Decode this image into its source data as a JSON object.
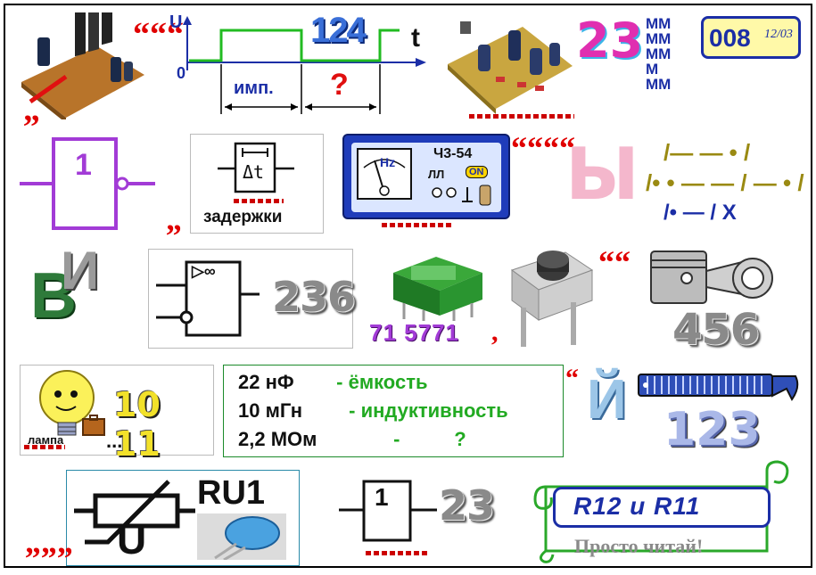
{
  "rebus": {
    "row1": {
      "pulse_diagram": {
        "axis_u": "U",
        "axis_t": "t",
        "origin": "0",
        "pulse_label": "имп.",
        "gap_label": "?",
        "digits": "124"
      },
      "number_23": "23",
      "m_letters": [
        "ММ",
        "ММ",
        "ММ",
        "М",
        "ММ"
      ],
      "badge_text": "008",
      "badge_signature": "12/03",
      "quotes_left": "“““",
      "quotes_low": "„"
    },
    "row2": {
      "not_gate_label": "1",
      "delay_symbol": "Δt",
      "delay_word": "задержки",
      "meter_model": "Ч3-54",
      "meter_hz": "Hz",
      "meter_on": "ON",
      "meter_pulse": "ЛЛ",
      "meter_quotes": "““““",
      "letter_y": "Ы",
      "morse_lines": [
        "/— — • /",
        "/• • — — / — • /",
        "/• — / X"
      ],
      "quotes_low": "„"
    },
    "row3": {
      "letter_v": "В",
      "letter_i": "И",
      "trigger_symbol": "▷∞",
      "number_236": "236",
      "transformer_code": "71 5771",
      "button_quotes": "““",
      "number_456": "456",
      "quote_comma": ","
    },
    "row4": {
      "lamp_word": "лампа",
      "lamp_dots": "...",
      "numbers": "10 11",
      "rows": [
        {
          "value": "22 нФ",
          "dash": "-",
          "meaning": "ёмкость"
        },
        {
          "value": "10 мГн",
          "dash": "-",
          "meaning": "индуктивность"
        },
        {
          "value": "2,2 МОм",
          "dash": "-",
          "meaning": "?"
        }
      ],
      "quote_single": "“",
      "letter_y_short": "Й",
      "number_123": "123"
    },
    "row5": {
      "varistor_label": "RU1",
      "varistor_u": "U",
      "quotes_low": "„„„",
      "gate_label": "1",
      "number_23": "23",
      "scroll_text": "R12 и R11",
      "footer_text": "Просто читай!"
    },
    "colors": {
      "quote_red": "#e00000",
      "green_text": "#22aa22",
      "purple": "#a23bd6",
      "navy": "#1b2ea6"
    }
  }
}
